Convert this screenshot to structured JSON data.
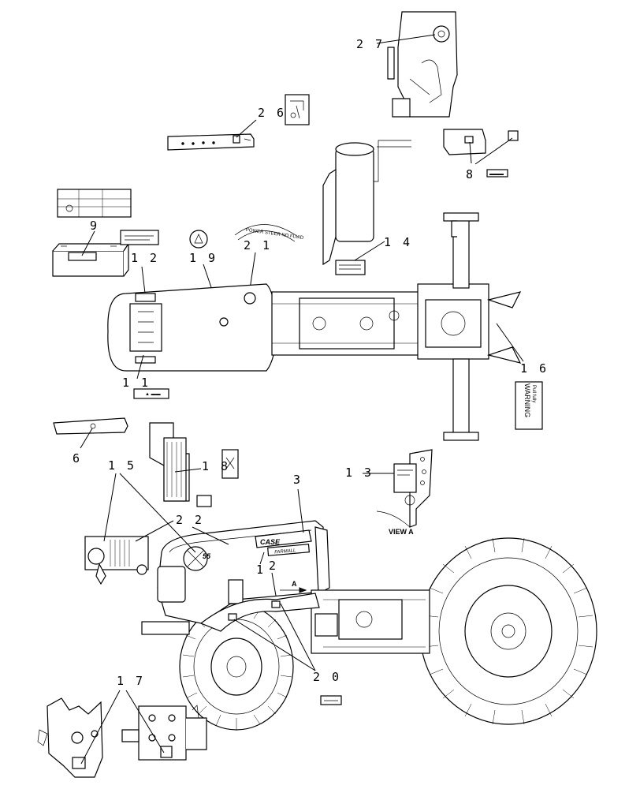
{
  "callouts": {
    "c27": "2 7",
    "c26": "2 6",
    "c8": "8",
    "c9": "9",
    "c14": "1 4",
    "c12": "1 2",
    "c19": "1 9",
    "c21": "2 1",
    "c11": "1 1",
    "c16": "1 6",
    "c6": "6",
    "c15": "1 5",
    "c18": "1 8",
    "c3": "3",
    "c13": "1 3",
    "c22": "2 2",
    "c1": "1",
    "c2": "2",
    "c20": "2 0",
    "c17": "1 7"
  },
  "labels": {
    "view_a": "VIEW A",
    "arrow_a": "A",
    "brand": "CASE",
    "model_series": "FARMALL",
    "model_number": "55",
    "warning_decal": "WARNING",
    "warning_subtext": "Pull fully",
    "power_steer_decal": "POWER STEER NO FLUID"
  }
}
